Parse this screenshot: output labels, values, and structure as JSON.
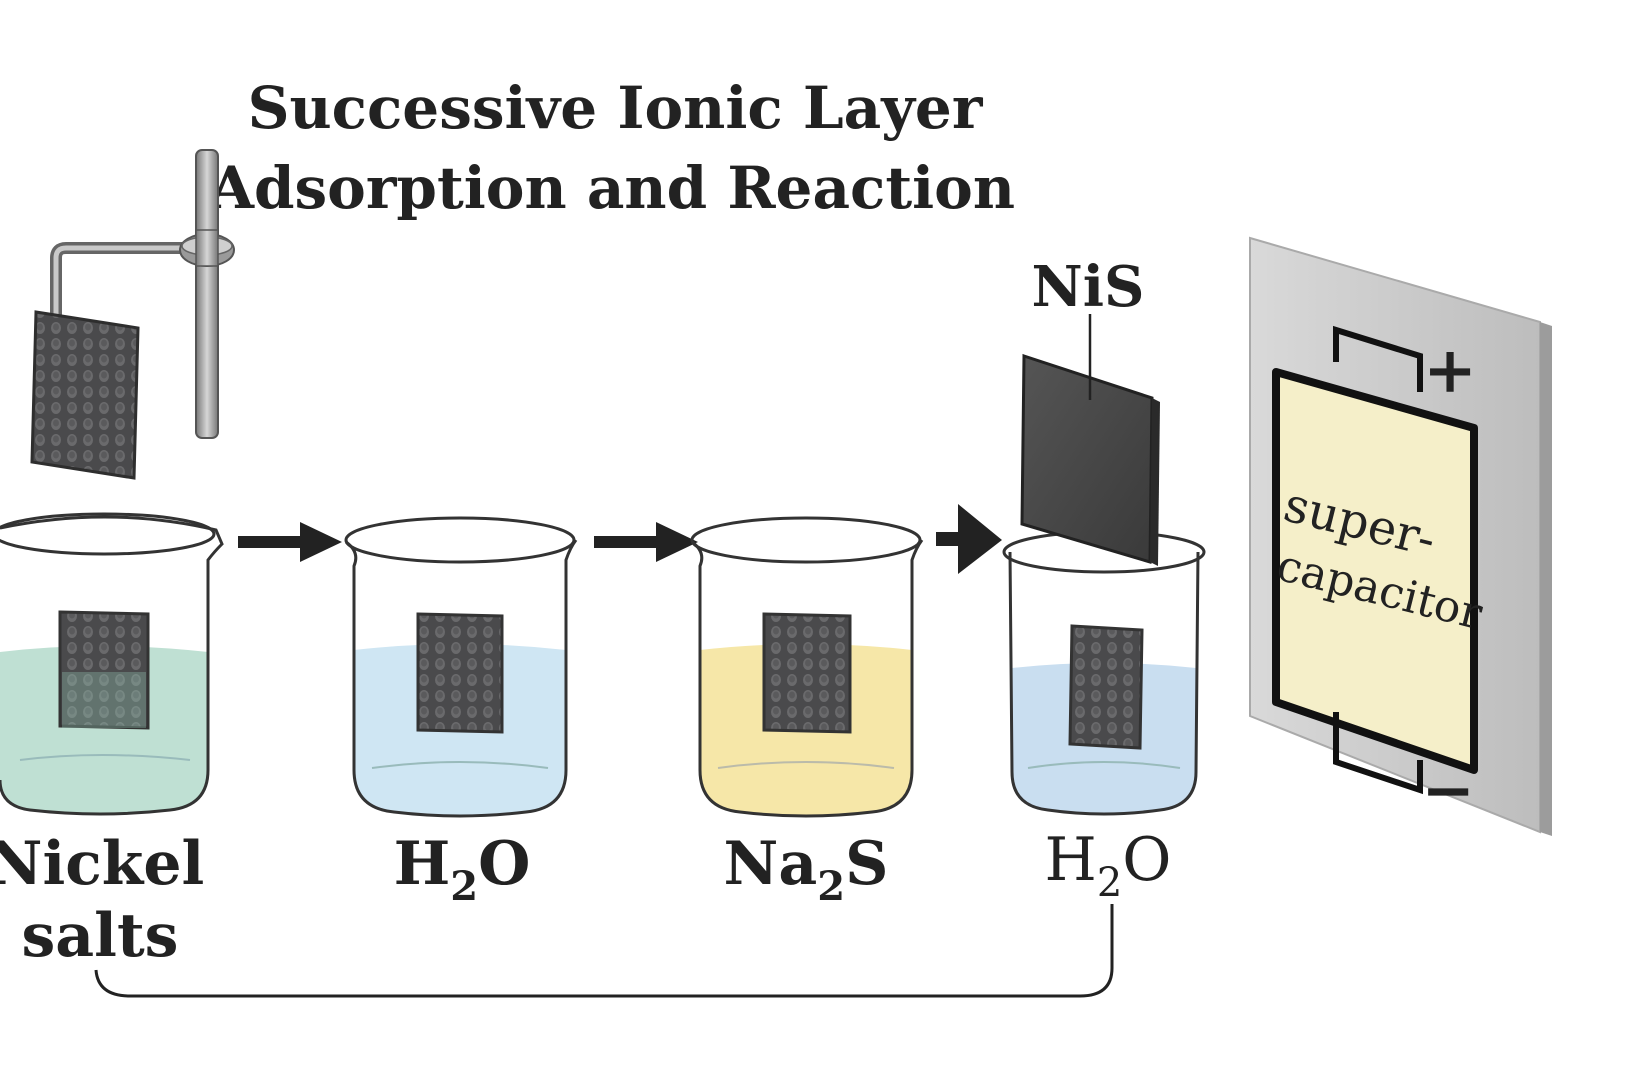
{
  "title": {
    "line1": "Successive Ionic Layer",
    "line2": "Adsorption and Reaction"
  },
  "beakers": [
    {
      "label_line1": "Nickel",
      "label_line2": "salts",
      "liquid_color": "#bfe0d3"
    },
    {
      "label_main": "H",
      "label_sub": "2",
      "label_tail": "O",
      "liquid_color": "#cfe6f3"
    },
    {
      "label_main": "Na",
      "label_sub": "2",
      "label_tail": "S",
      "liquid_color": "#f6e7a8"
    },
    {
      "label_main": "H",
      "label_sub": "2",
      "label_tail": "O",
      "liquid_color": "#c9def0"
    }
  ],
  "product_label": "NiS",
  "device": {
    "label_line1": "super-",
    "label_line2": "capacitor",
    "plus": "+",
    "minus": "−",
    "panel_color": "#f5efc9"
  },
  "icons": [
    "retort-stand-icon",
    "electrode-icon",
    "arrow-right-icon",
    "return-loop-arrow"
  ]
}
